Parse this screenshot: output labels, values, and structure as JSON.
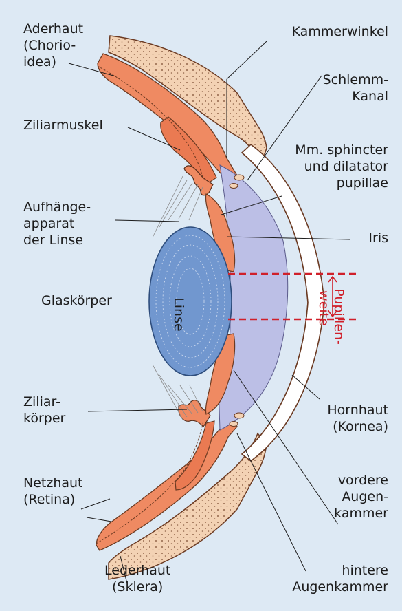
{
  "labels": {
    "aderhaut": "Aderhaut\n(Chorio-\nidea)",
    "kammerwinkel": "Kammerwinkel",
    "schlemm": "Schlemm-\nKanal",
    "ziliarmuskel": "Ziliarmuskel",
    "sphincter": "Mm. sphincter\nund dilatator\npupillae",
    "aufhaenge": "Aufhänge-\napparat\nder Linse",
    "iris": "Iris",
    "pupillenweite": "Pupillen-\nweite",
    "linse": "Linse",
    "glaskoerper": "Glaskörper",
    "ziliarkoerper": "Ziliar-\nkörper",
    "hornhaut": "Hornhaut\n(Kornea)",
    "netzhaut": "Netzhaut\n(Retina)",
    "vordere": "vordere\nAugen-\nkammer",
    "lederhaut": "Lederhaut\n(Sklera)",
    "hintere": "hintere\nAugenkammer"
  },
  "colors": {
    "background": "#dde9f4",
    "sclera_outer": "#f3d2b4",
    "choroid": "#ef8a62",
    "chamber": "#bcbfe6",
    "lens": "#7197cf",
    "cornea": "#ffffff",
    "pupil_marker": "#d0202a"
  }
}
